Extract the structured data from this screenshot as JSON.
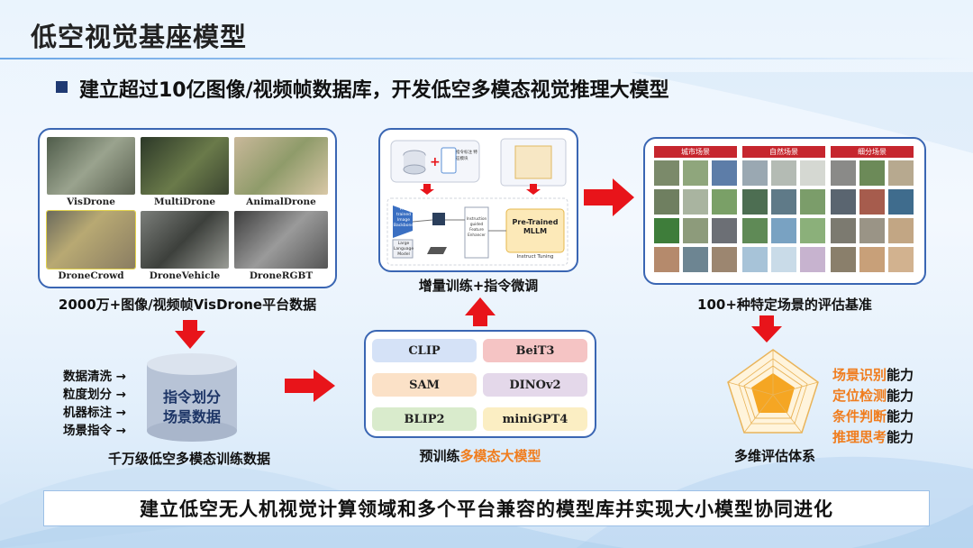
{
  "slide": {
    "title": "低空视觉基座模型",
    "bullet": "建立超过10亿图像/视频帧数据库，开发低空多模态视觉推理大模型"
  },
  "datasets": {
    "items": [
      "VisDrone",
      "MultiDrone",
      "AnimalDrone",
      "DroneCrowd",
      "DroneVehicle",
      "DroneRGBT"
    ],
    "caption": "2000万+图像/视频帧VisDrone平台数据"
  },
  "process": {
    "steps": [
      "数据清洗 →",
      "粒度划分 →",
      "机器标注 →",
      "场景指令 →"
    ],
    "db_line1": "指令划分",
    "db_line2": "场景数据",
    "caption": "千万级低空多模态训练数据"
  },
  "training": {
    "caption": "增量训练+指令微调",
    "diagram": {
      "pretrained": "Pre-Trained MLLM",
      "instruct": "Instruct Tuning",
      "image_backbone": "Pre-trained Image Backbone",
      "llm": "Large Language Model",
      "enhancer": "Instruction guided Feature Enhancer",
      "tag_label": "指令标注 特征模块"
    }
  },
  "pretrain_models": {
    "items": [
      "CLIP",
      "BeiT3",
      "SAM",
      "DINOv2",
      "BLIP2",
      "miniGPT4"
    ],
    "caption_prefix": "预训练",
    "caption_highlight": "多模态大模型"
  },
  "benchmark": {
    "categories": [
      "城市场景",
      "自然场景",
      "细分场景"
    ],
    "caption": "100+种特定场景的评估基准"
  },
  "evaluation": {
    "abilities": [
      {
        "highlight": "场景识别",
        "suffix": "能力"
      },
      {
        "highlight": "定位检测",
        "suffix": "能力"
      },
      {
        "highlight": "条件判断",
        "suffix": "能力"
      },
      {
        "highlight": "推理思考",
        "suffix": "能力"
      }
    ],
    "caption": "多维评估体系"
  },
  "banner": "建立低空无人机视觉计算领域和多个平台兼容的模型库并实现大小模型协同进化",
  "colors": {
    "accent_red": "#e8141a",
    "accent_orange": "#f07d1e",
    "panel_border": "#3a66b3",
    "navy": "#1f3a73"
  }
}
